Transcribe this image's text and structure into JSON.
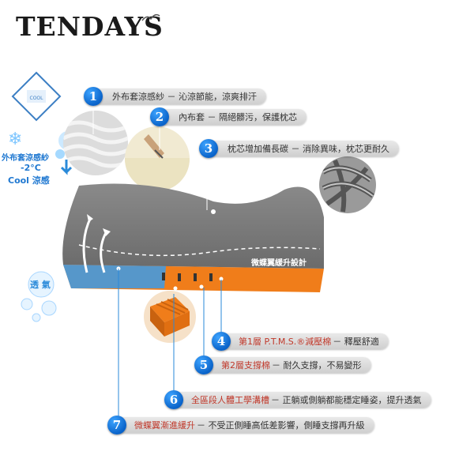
{
  "brand": {
    "name": "TENDAYS"
  },
  "badge": {
    "line1": "外布套涼感紗",
    "temp": "-2°C",
    "cool": "Cool 涼感"
  },
  "pillow_text": "微蝶翼緩升設計",
  "air_label": "透 氣",
  "features": [
    {
      "num": "1",
      "highlight": "",
      "text": "外布套涼感紗 － 沁涼節能，涼爽排汗"
    },
    {
      "num": "2",
      "highlight": "",
      "text": "內布套 － 隔絕髒污，保護枕芯"
    },
    {
      "num": "3",
      "highlight": "",
      "text": "枕芯增加備長碳 － 消除異味，枕芯更耐久"
    },
    {
      "num": "4",
      "highlight": "第1層 P.T.M.S.®減壓棉",
      "text": " － 釋壓舒適"
    },
    {
      "num": "5",
      "highlight": "第2層支撐棉",
      "text": " － 耐久支撐，不易變形"
    },
    {
      "num": "6",
      "highlight": "全區段人體工學溝槽",
      "text": " － 正躺或側躺都能穩定睡姿，提升透氣"
    },
    {
      "num": "7",
      "highlight": "微蝶翼漸進緩升",
      "text": " － 不受正側睡高低差影響，側睡支撐再升級"
    }
  ],
  "colors": {
    "accent": "#0a63c9",
    "highlight": "#c0392b",
    "foam_orange": "#f07d1a",
    "pillow_gray": "#7d7d7d"
  }
}
